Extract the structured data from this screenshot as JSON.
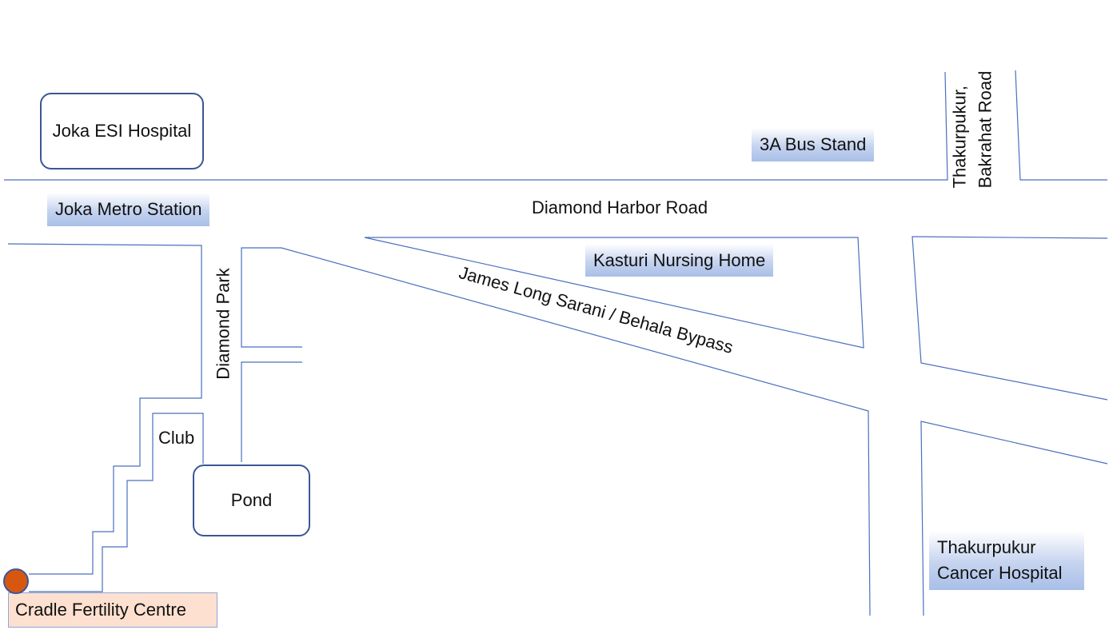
{
  "roads": {
    "diamond_harbor": "Diamond Harbor Road",
    "bypass": "James Long Sarani / Behala Bypass",
    "diamond_park": "Diamond Park",
    "bakrahat_line1": "Thakurpukur,",
    "bakrahat_line2": "Bakrahat Road"
  },
  "landmarks": {
    "joka_esi": "Joka ESI Hospital",
    "joka_metro": "Joka Metro Station",
    "bus_stand": "3A Bus Stand",
    "kasturi": "Kasturi Nursing Home",
    "club": "Club",
    "pond": "Pond",
    "cancer_line1": "Thakurpukur",
    "cancer_line2": "Cancer Hospital"
  },
  "destination": {
    "name": "Cradle Fertility Centre",
    "marker_color": "#d85710"
  },
  "colors": {
    "road": "#4a6fbf",
    "highlight": "#a9bfe8"
  }
}
